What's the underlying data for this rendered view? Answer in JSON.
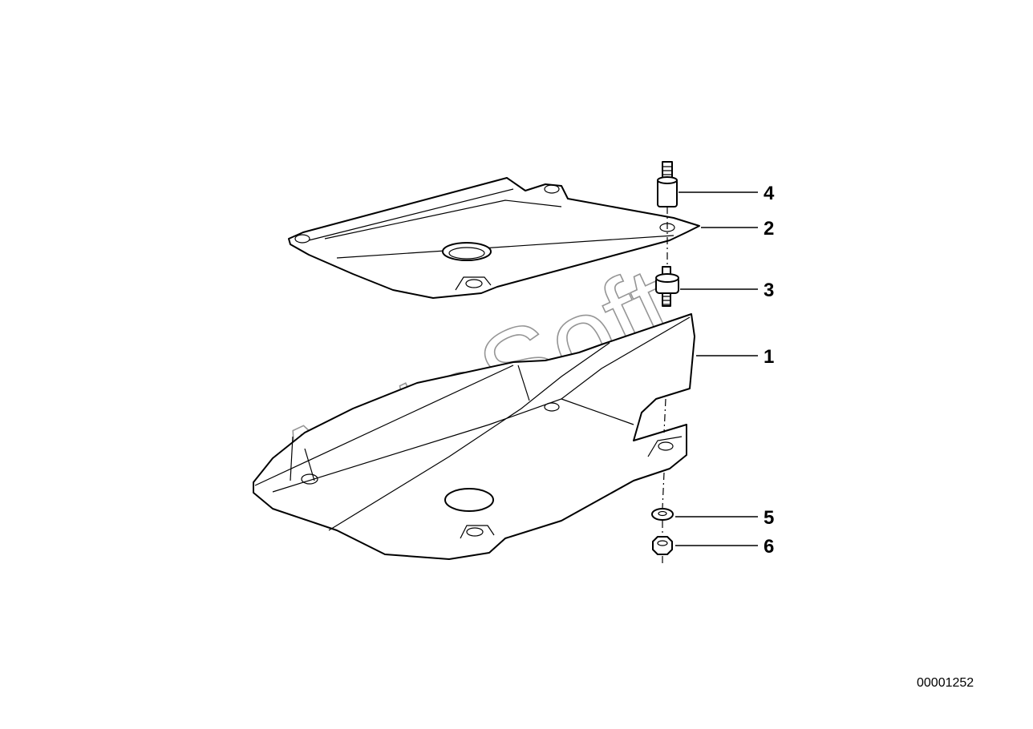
{
  "diagram": {
    "callouts": [
      {
        "id": "1",
        "label": "1"
      },
      {
        "id": "2",
        "label": "2"
      },
      {
        "id": "3",
        "label": "3"
      },
      {
        "id": "4",
        "label": "4"
      },
      {
        "id": "5",
        "label": "5"
      },
      {
        "id": "6",
        "label": "6"
      }
    ],
    "watermark": "AutoSoft",
    "code": "00001252",
    "colors": {
      "line": "#000000",
      "watermark": "#8a8a8a",
      "background": "#ffffff"
    }
  }
}
